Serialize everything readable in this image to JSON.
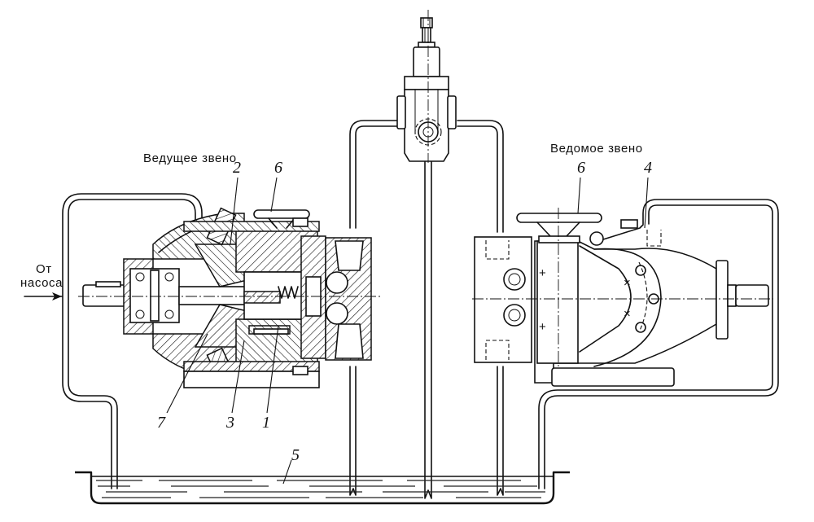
{
  "diagram": {
    "title": "Hydraulic transmission: driving and driven units with tank",
    "labels": {
      "driving_unit": "Ведущее звено",
      "driven_unit": "Ведомое звено",
      "inlet_line1": "От",
      "inlet_line2": "насоса"
    },
    "part_numbers": {
      "p1": "1",
      "p2": "2",
      "p3": "3",
      "p4": "4",
      "p5": "5",
      "p6_left": "6",
      "p6_right": "6",
      "p7": "7"
    },
    "components": [
      {
        "id": "driving-unit",
        "name": "Driving unit (sectioned pump)",
        "parts": [
          "1",
          "2",
          "3",
          "6",
          "7"
        ]
      },
      {
        "id": "driven-unit",
        "name": "Driven unit (hydraulic motor, exterior view)",
        "parts": [
          "4",
          "6"
        ]
      },
      {
        "id": "valve",
        "name": "Top control valve block"
      },
      {
        "id": "tank",
        "name": "Oil tank",
        "part": "5"
      }
    ],
    "colors": {
      "ink": "#111111",
      "paper": "#ffffff"
    }
  }
}
